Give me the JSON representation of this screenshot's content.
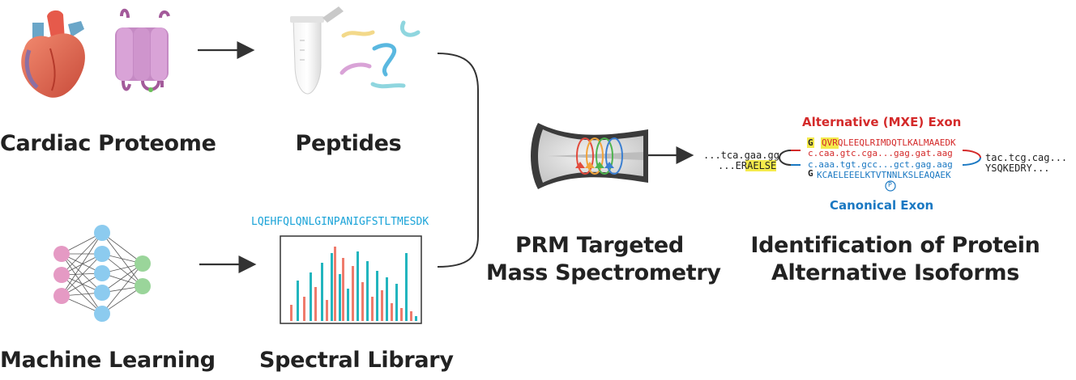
{
  "labels": {
    "cardiac_proteome": "Cardiac Proteome",
    "peptides": "Peptides",
    "machine_learning": "Machine Learning",
    "spectral_library": "Spectral Library",
    "prm_line1": "PRM Targeted",
    "prm_line2": "Mass Spectrometry",
    "ident_line1": "Identification of Protein",
    "ident_line2": "Alternative Isoforms"
  },
  "peptide_sequence": "LQEHFQLQNLGINPANIGFSTLTMESDK",
  "isoform": {
    "alt_exon_title": "Alternative (MXE) Exon",
    "canonical_exon_title": "Canonical Exon",
    "left_dna": "...tca.gaa.gg",
    "left_protein_prefix": "...ER",
    "left_protein_highlight": "AELSE",
    "alt_g": "G",
    "canon_g": "G",
    "alt_highlight": "QVR",
    "alt_protein_rest": "QLEEQLRIMDQTLKALMAAEDK",
    "alt_dna": "c.caa.gtc.cga...gag.gat.aag",
    "canon_dna": "c.aaa.tgt.gcc...gct.gag.aag",
    "canon_protein": "KCAELEEELKTVTNNLKSLEAQAEK",
    "phospho": "P",
    "right_dna": "tac.tcg.cag...",
    "right_protein": "YSQKEDRY..."
  },
  "colors": {
    "alt_red": "#d42a2a",
    "canon_blue": "#1a78c2",
    "highlight_yellow": "#f4ea4c",
    "peptide_cyan": "#1aa3d8",
    "bar_red": "#ef7b6c",
    "bar_teal": "#22b5be"
  }
}
